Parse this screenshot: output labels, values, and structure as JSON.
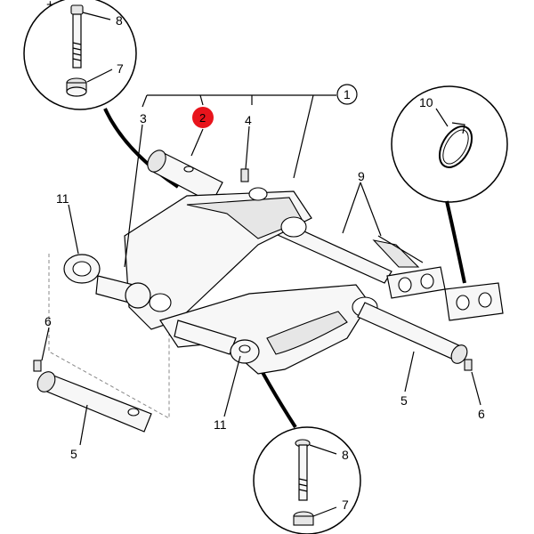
{
  "toolbar": {
    "zoom_in": "+",
    "zoom_out": "−"
  },
  "callouts": {
    "c1": "1",
    "c2": "2",
    "c3": "3",
    "c4": "4",
    "c5a": "5",
    "c5b": "5",
    "c6a": "6",
    "c6b": "6",
    "c7a": "7",
    "c7b": "7",
    "c8a": "8",
    "c8b": "8",
    "c9": "9",
    "c10": "10",
    "c11a": "11",
    "c11b": "11"
  },
  "highlight_color": "#e8141c"
}
